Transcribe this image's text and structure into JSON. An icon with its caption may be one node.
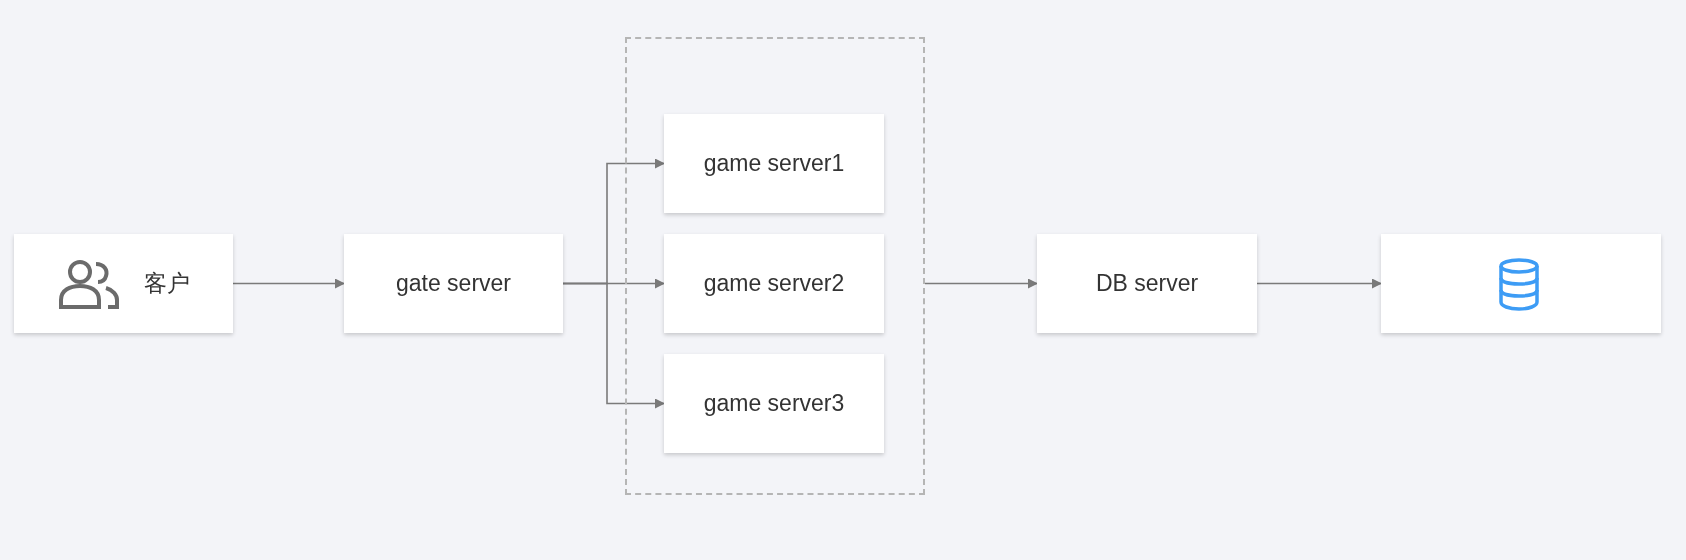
{
  "diagram": {
    "nodes": [
      {
        "text": [
          "客户"
        ]
      },
      {
        "text": [
          "gate server"
        ]
      },
      {
        "text": [],
        "shape": "box"
      },
      {
        "text": [
          "game server1"
        ],
        "in": 2
      },
      {
        "text": [
          "game server2"
        ],
        "in": 2
      },
      {
        "text": [
          "game server3"
        ],
        "in": 2
      },
      {
        "text": [
          "DB server"
        ]
      },
      {
        "text": [],
        "shape": "box"
      }
    ],
    "edges": [
      {
        "from": 0,
        "to": 1,
        "arrow": "to"
      },
      {
        "from": 1,
        "to": 3,
        "arrow": "to"
      },
      {
        "from": 1,
        "to": 4,
        "arrow": "to"
      },
      {
        "from": 1,
        "to": 5,
        "arrow": "to"
      },
      {
        "from": 2,
        "to": 6,
        "arrow": "to"
      },
      {
        "from": 6,
        "to": 7,
        "arrow": "to"
      }
    ]
  }
}
